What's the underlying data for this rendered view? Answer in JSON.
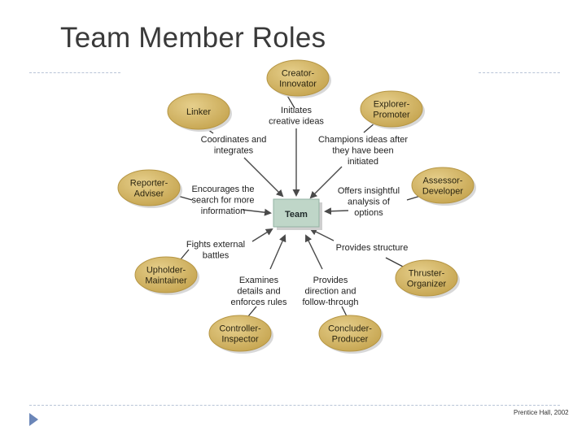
{
  "slide": {
    "title": "Team Member Roles",
    "credit": "Prentice Hall, 2002"
  },
  "diagram": {
    "center": {
      "label": "Team",
      "fill": "#bfd6c8"
    },
    "role_color": "#cfb060",
    "roles": [
      {
        "id": "creator",
        "lines": [
          "Creator-",
          "Innovator"
        ]
      },
      {
        "id": "explorer",
        "lines": [
          "Explorer-",
          "Promoter"
        ]
      },
      {
        "id": "assessor",
        "lines": [
          "Assessor-",
          "Developer"
        ]
      },
      {
        "id": "thruster",
        "lines": [
          "Thruster-",
          "Organizer"
        ]
      },
      {
        "id": "concluder",
        "lines": [
          "Concluder-",
          "Producer"
        ]
      },
      {
        "id": "controller",
        "lines": [
          "Controller-",
          "Inspector"
        ]
      },
      {
        "id": "upholder",
        "lines": [
          "Upholder-",
          "Maintainer"
        ]
      },
      {
        "id": "reporter",
        "lines": [
          "Reporter-",
          "Adviser"
        ]
      },
      {
        "id": "linker",
        "lines": [
          "Linker"
        ]
      }
    ],
    "descriptions": [
      {
        "id": "creator",
        "lines": [
          "Initiates",
          "creative ideas"
        ]
      },
      {
        "id": "explorer",
        "lines": [
          "Champions ideas after",
          "they have been",
          "initiated"
        ]
      },
      {
        "id": "assessor",
        "lines": [
          "Offers insightful",
          "analysis of",
          "options"
        ]
      },
      {
        "id": "thruster",
        "lines": [
          "Provides structure"
        ]
      },
      {
        "id": "concluder",
        "lines": [
          "Provides",
          "direction and",
          "follow-through"
        ]
      },
      {
        "id": "controller",
        "lines": [
          "Examines",
          "details and",
          "enforces rules"
        ]
      },
      {
        "id": "upholder",
        "lines": [
          "Fights external",
          "battles"
        ]
      },
      {
        "id": "reporter",
        "lines": [
          "Encourages the",
          "search for more",
          "information"
        ]
      },
      {
        "id": "linker",
        "lines": [
          "Coordinates and",
          "integrates"
        ]
      }
    ]
  }
}
